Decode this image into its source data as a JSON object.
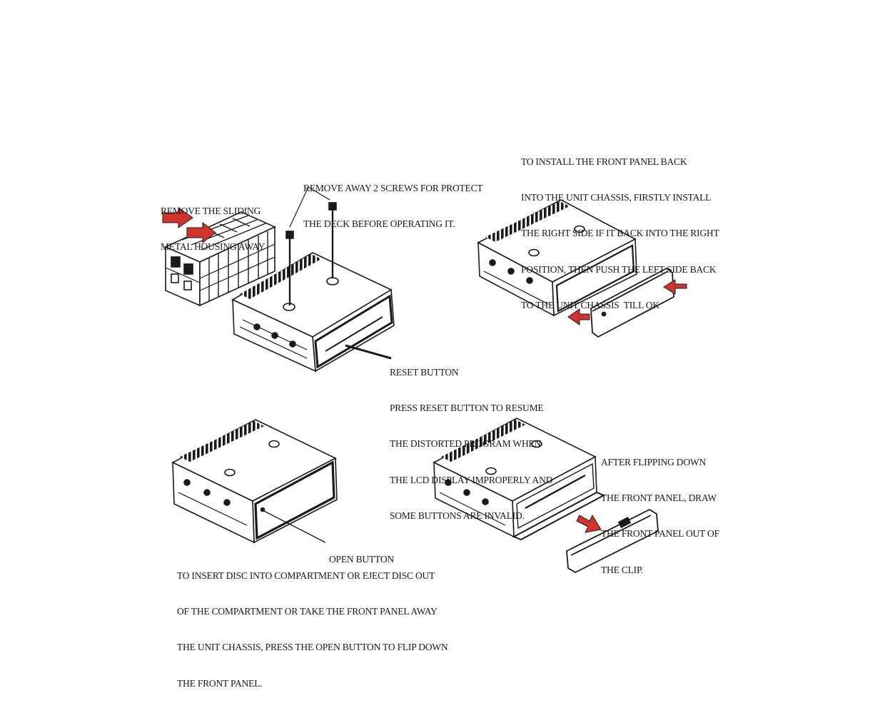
{
  "accent_color": "#d0342c",
  "ink_color": "#1a1a1a",
  "captions": {
    "remove_housing": [
      "REMOVE THE SLIDING",
      "METAL HOUSING AWAY"
    ],
    "remove_screws": [
      "REMOVE AWAY 2 SCREWS FOR PROTECT",
      "THE DECK BEFORE OPERATING IT."
    ],
    "install_panel": [
      "TO INSTALL THE FRONT PANEL BACK",
      "INTO THE UNIT CHASSIS, FIRSTLY INSTALL",
      "THE RIGHT SIDE IF IT BACK INTO THE RIGHT",
      "POSITION, THEN PUSH THE LEFT SIDE BACK",
      "TO THE UNIT CHASSIS  TILL OK"
    ],
    "reset_button": [
      "RESET BUTTON",
      "PRESS RESET BUTTON TO RESUME",
      "THE DISTORTED PROGRAM WHEN",
      "THE LCD DISPLAY IMPROPERLY AND",
      "SOME BUTTONS ARE INVALID."
    ],
    "flip_down": [
      "AFTER FLIPPING DOWN",
      "THE FRONT PANEL, DRAW",
      "THE FRONT PANEL OUT OF",
      "THE CLIP."
    ],
    "open_button_label": [
      "OPEN BUTTON"
    ],
    "insert_disc": [
      "TO INSERT DISC INTO COMPARTMENT OR EJECT DISC OUT",
      "OF THE COMPARTMENT OR TAKE THE FRONT PANEL AWAY",
      "THE UNIT CHASSIS, PRESS THE OPEN BUTTON TO FLIP DOWN",
      "THE FRONT PANEL."
    ]
  }
}
